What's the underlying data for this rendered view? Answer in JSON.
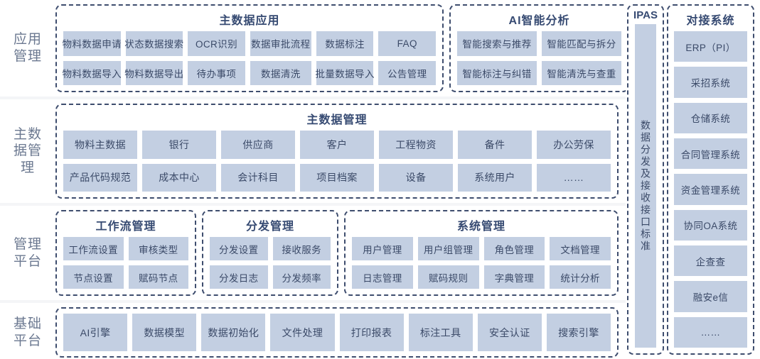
{
  "rows": [
    {
      "label_lines": [
        "应用",
        "管理"
      ],
      "groups": [
        {
          "key": "mda",
          "title": "主数据应用",
          "grid": [
            [
              "物料数据申请",
              "状态数据搜索",
              "OCR识别",
              "数据审批流程",
              "数据标注",
              "FAQ"
            ],
            [
              "物料数据导入",
              "物料数据导出",
              "待办事项",
              "数据清洗",
              "批量数据导入",
              "公告管理"
            ]
          ]
        },
        {
          "key": "ai",
          "title": "AI智能分析",
          "grid": [
            [
              "智能搜索与推荐",
              "智能匹配与拆分"
            ],
            [
              "智能标注与纠错",
              "智能清洗与查重"
            ]
          ]
        }
      ]
    },
    {
      "label_lines": [
        "主数",
        "据管",
        "理"
      ],
      "groups": [
        {
          "key": "mdm",
          "title": "主数据管理",
          "grid": [
            [
              "物料主数据",
              "银行",
              "供应商",
              "客户",
              "工程物资",
              "备件",
              "办公劳保"
            ],
            [
              "产品代码规范",
              "成本中心",
              "会计科目",
              "项目档案",
              "设备",
              "系统用户",
              "……"
            ]
          ]
        }
      ]
    },
    {
      "label_lines": [
        "管理",
        "平台"
      ],
      "groups": [
        {
          "key": "wf",
          "title": "工作流管理",
          "grid": [
            [
              "工作流设置",
              "审核类型"
            ],
            [
              "节点设置",
              "赋码节点"
            ]
          ]
        },
        {
          "key": "dist",
          "title": "分发管理",
          "grid": [
            [
              "分发设置",
              "接收服务"
            ],
            [
              "分发日志",
              "分发频率"
            ]
          ]
        },
        {
          "key": "sys",
          "title": "系统管理",
          "grid": [
            [
              "用户管理",
              "用户组管理",
              "角色管理",
              "文档管理"
            ],
            [
              "日志管理",
              "赋码规则",
              "字典管理",
              "统计分析"
            ]
          ]
        }
      ]
    },
    {
      "label_lines": [
        "基础",
        "平台"
      ],
      "groups": [
        {
          "key": "base",
          "title": "",
          "grid": [
            [
              "AI引擎",
              "数据模型",
              "数据初始化",
              "文件处理",
              "打印报表",
              "标注工具",
              "安全认证",
              "搜索引擎"
            ]
          ]
        }
      ]
    }
  ],
  "ipas": {
    "title": "IPAS",
    "vertical_text": "数据分发及接收接口标准"
  },
  "link_systems": {
    "title": "对接系统",
    "items": [
      "ERP（PI）",
      "采招系统",
      "仓储系统",
      "合同管理系统",
      "资金管理系统",
      "协同OA系统",
      "企查查",
      "融安e信",
      "……"
    ]
  },
  "colors": {
    "cell_fill": "#c3cfe2",
    "cell_text": "#3b4a68",
    "group_border": "#3e4d6e",
    "title_text": "#364a72",
    "row_label_text": "#6b7890",
    "band_gap": "#f4f5f7"
  }
}
